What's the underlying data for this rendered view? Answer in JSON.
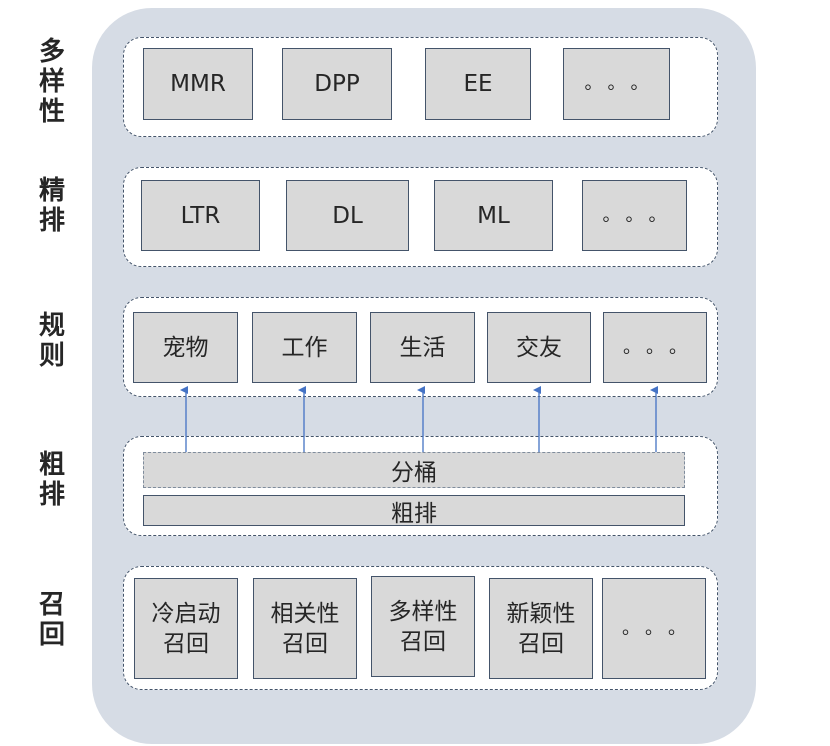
{
  "layers": [
    {
      "id": "diversity",
      "label": [
        "多",
        "样",
        "性"
      ],
      "items": [
        "MMR",
        "DPP",
        "EE",
        "。。。"
      ]
    },
    {
      "id": "fine-rank",
      "label": [
        "精",
        "排"
      ],
      "items": [
        "LTR",
        "DL",
        "ML",
        "。。。"
      ]
    },
    {
      "id": "rules",
      "label": [
        "规",
        "则"
      ],
      "items": [
        "宠物",
        "工作",
        "生活",
        "交友",
        "。。。"
      ]
    },
    {
      "id": "coarse-rank",
      "label": [
        "粗",
        "排"
      ],
      "bars": [
        "分桶",
        "粗排"
      ]
    },
    {
      "id": "recall",
      "label": [
        "召",
        "回"
      ],
      "items": [
        [
          "冷启动",
          "召回"
        ],
        [
          "相关性",
          "召回"
        ],
        [
          "多样性",
          "召回"
        ],
        [
          "新颖性",
          "召回"
        ],
        [
          "。。。"
        ]
      ]
    }
  ],
  "colors": {
    "panel": "#d6dce5",
    "box": "#d9d9d9",
    "border": "#44546a",
    "arrow": "#4472c4"
  }
}
